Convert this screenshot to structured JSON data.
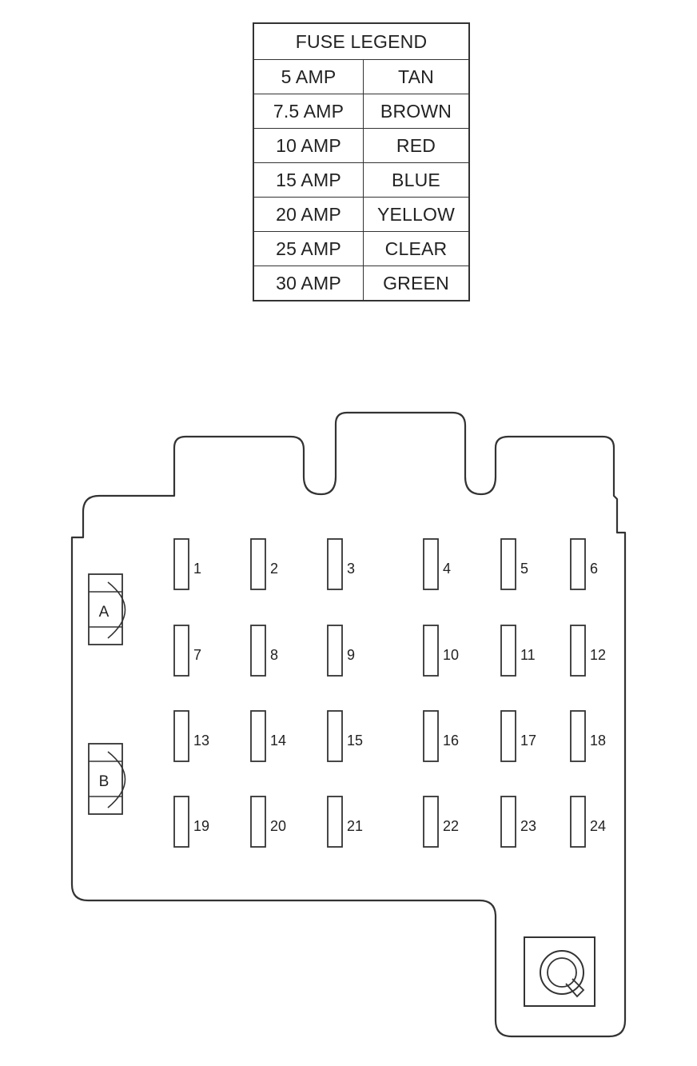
{
  "legend": {
    "title": "FUSE LEGEND",
    "rows": [
      {
        "amp": "5 AMP",
        "color": "TAN"
      },
      {
        "amp": "7.5 AMP",
        "color": "BROWN"
      },
      {
        "amp": "10 AMP",
        "color": "RED"
      },
      {
        "amp": "15 AMP",
        "color": "BLUE"
      },
      {
        "amp": "20 AMP",
        "color": "YELLOW"
      },
      {
        "amp": "25 AMP",
        "color": "CLEAR"
      },
      {
        "amp": "30 AMP",
        "color": "GREEN"
      }
    ]
  },
  "fuse_block": {
    "fuses": [
      "1",
      "2",
      "3",
      "4",
      "5",
      "6",
      "7",
      "8",
      "9",
      "10",
      "11",
      "12",
      "13",
      "14",
      "15",
      "16",
      "17",
      "18",
      "19",
      "20",
      "21",
      "22",
      "23",
      "24"
    ],
    "relays": [
      "A",
      "B"
    ],
    "puller_icon": "fuse-puller-icon"
  }
}
